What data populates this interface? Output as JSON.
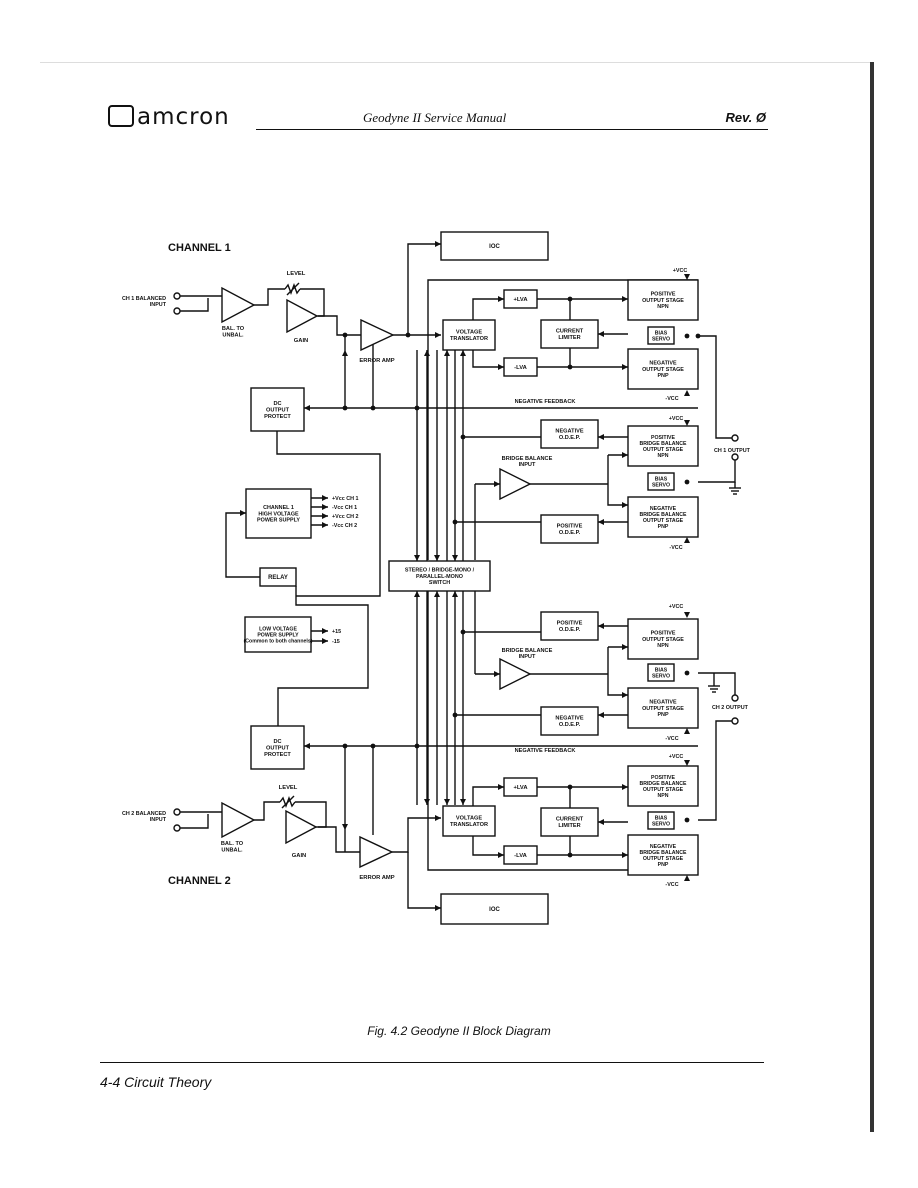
{
  "header": {
    "logo": "amcron",
    "title": "Geodyne II Service Manual",
    "rev": "Rev. Ø"
  },
  "diagram": {
    "ch1": {
      "channel": "CHANNEL 1",
      "balanced_input": [
        "CH 1 BALANCED",
        "INPUT"
      ],
      "bal_to_unbal": [
        "BAL. TO",
        "UNBAL."
      ],
      "level": "LEVEL",
      "gain": "GAIN",
      "error_amp": "ERROR AMP",
      "ioc": "IOC",
      "plus_lva": "+LVA",
      "minus_lva": "-LVA",
      "voltage_translator": [
        "VOLTAGE",
        "TRANSLATOR"
      ],
      "current_limiter": [
        "CURRENT",
        "LIMITER"
      ],
      "pos_output_stage": [
        "POSITIVE",
        "OUTPUT STAGE",
        "NPN"
      ],
      "neg_output_stage": [
        "NEGATIVE",
        "OUTPUT STAGE",
        "PNP"
      ],
      "bias_servo": [
        "BIAS",
        "SERVO"
      ],
      "vcc_plus": "+VCC",
      "vcc_minus": "-VCC",
      "dc_protect": [
        "DC",
        "OUTPUT",
        "PROTECT"
      ],
      "negative_feedback": "NEGATIVE FEEDBACK",
      "neg_odep": [
        "NEGATIVE",
        "O.D.E.P."
      ],
      "pos_odep": [
        "POSITIVE",
        "O.D.E.P."
      ],
      "bridge_balance_input": [
        "BRIDGE BALANCE",
        "INPUT"
      ],
      "pos_bridge_stage": [
        "POSITIVE",
        "BRIDGE BALANCE",
        "OUTPUT STAGE",
        "NPN"
      ],
      "neg_bridge_stage": [
        "NEGATIVE",
        "BRIDGE BALANCE",
        "OUTPUT STAGE",
        "PNP"
      ],
      "output": "CH 1 OUTPUT"
    },
    "hv_supply": {
      "label": [
        "CHANNEL 1",
        "HIGH VOLTAGE",
        "POWER SUPPLY"
      ],
      "rails": [
        "+Vcc  CH 1",
        "-Vcc  CH 1",
        "+Vcc  CH 2",
        "-Vcc  CH 2"
      ]
    },
    "relay": "RELAY",
    "mode_switch": [
      "STEREO / BRIDGE-MONO /",
      "PARALLEL-MONO",
      "SWITCH"
    ],
    "lv_supply": {
      "label": [
        "LOW VOLTAGE",
        "POWER SUPPLY"
      ],
      "note": "(Common to both channels)",
      "rails": [
        "+15",
        "-15"
      ]
    },
    "ch2": {
      "channel": "CHANNEL 2",
      "balanced_input": [
        "CH 2 BALANCED",
        "INPUT"
      ],
      "bal_to_unbal": [
        "BAL. TO",
        "UNBAL."
      ],
      "level": "LEVEL",
      "gain": "GAIN",
      "error_amp": "ERROR AMP",
      "ioc": "IOC",
      "plus_lva": "+LVA",
      "minus_lva": "-LVA",
      "voltage_translator": [
        "VOLTAGE",
        "TRANSLATOR"
      ],
      "current_limiter": [
        "CURRENT",
        "LIMITER"
      ],
      "pos_odep": [
        "POSITIVE",
        "O.D.E.P."
      ],
      "neg_odep": [
        "NEGATIVE",
        "O.D.E.P."
      ],
      "bridge_balance_input": [
        "BRIDGE BALANCE",
        "INPUT"
      ],
      "pos_output_stage": [
        "POSITIVE",
        "OUTPUT STAGE",
        "NPN"
      ],
      "neg_output_stage": [
        "NEGATIVE",
        "OUTPUT STAGE",
        "PNP"
      ],
      "pos_bridge_stage": [
        "POSITIVE",
        "BRIDGE BALANCE",
        "OUTPUT STAGE",
        "NPN"
      ],
      "neg_bridge_stage": [
        "NEGATIVE",
        "BRIDGE BALANCE",
        "OUTPUT STAGE",
        "PNP"
      ],
      "bias_servo": [
        "BIAS",
        "SERVO"
      ],
      "vcc_plus": "+VCC",
      "vcc_minus": "-VCC",
      "dc_protect": [
        "DC",
        "OUTPUT",
        "PROTECT"
      ],
      "negative_feedback": "NEGATIVE FEEDBACK",
      "output": "CH 2 OUTPUT"
    }
  },
  "caption": "Fig. 4.2  Geodyne II Block Diagram",
  "footer": "4-4  Circuit Theory"
}
